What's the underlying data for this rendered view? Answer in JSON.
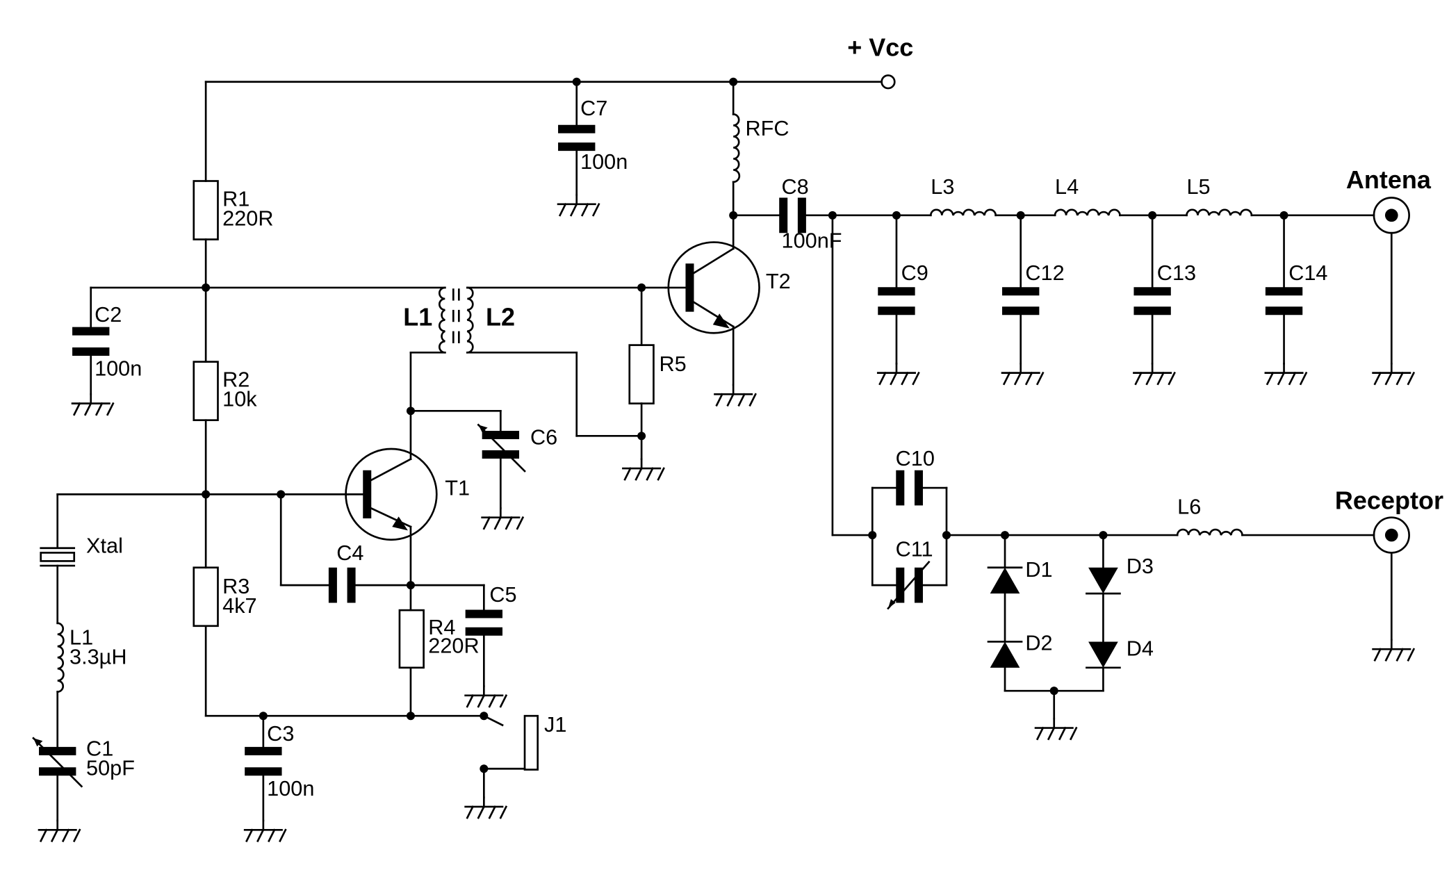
{
  "power": {
    "label": "+ Vcc"
  },
  "connectors": {
    "antenna": "Antena",
    "receiver": "Receptor"
  },
  "components": {
    "R1": {
      "name": "R1",
      "value": "220R"
    },
    "R2": {
      "name": "R2",
      "value": "10k"
    },
    "R3": {
      "name": "R3",
      "value": "4k7"
    },
    "R4": {
      "name": "R4",
      "value": "220R"
    },
    "R5": {
      "name": "R5",
      "value": ""
    },
    "C1": {
      "name": "C1",
      "value": "50pF"
    },
    "C2": {
      "name": "C2",
      "value": "100n"
    },
    "C3": {
      "name": "C3",
      "value": "100n"
    },
    "C4": {
      "name": "C4",
      "value": ""
    },
    "C5": {
      "name": "C5",
      "value": ""
    },
    "C6": {
      "name": "C6",
      "value": ""
    },
    "C7": {
      "name": "C7",
      "value": "100n"
    },
    "C8": {
      "name": "C8",
      "value": "100nF"
    },
    "C9": {
      "name": "C9",
      "value": ""
    },
    "C10": {
      "name": "C10",
      "value": ""
    },
    "C11": {
      "name": "C11",
      "value": ""
    },
    "C12": {
      "name": "C12",
      "value": ""
    },
    "C13": {
      "name": "C13",
      "value": ""
    },
    "C14": {
      "name": "C14",
      "value": ""
    },
    "L1": {
      "name": "L1",
      "value": "3.3µH"
    },
    "L1t": {
      "name": "L1",
      "value": ""
    },
    "L2": {
      "name": "L2",
      "value": ""
    },
    "L3": {
      "name": "L3",
      "value": ""
    },
    "L4": {
      "name": "L4",
      "value": ""
    },
    "L5": {
      "name": "L5",
      "value": ""
    },
    "L6": {
      "name": "L6",
      "value": ""
    },
    "RFC": {
      "name": "RFC",
      "value": ""
    },
    "Xtal": {
      "name": "Xtal",
      "value": ""
    },
    "T1": {
      "name": "T1",
      "value": ""
    },
    "T2": {
      "name": "T2",
      "value": ""
    },
    "D1": {
      "name": "D1",
      "value": ""
    },
    "D2": {
      "name": "D2",
      "value": ""
    },
    "D3": {
      "name": "D3",
      "value": ""
    },
    "D4": {
      "name": "D4",
      "value": ""
    },
    "J1": {
      "name": "J1",
      "value": ""
    }
  }
}
